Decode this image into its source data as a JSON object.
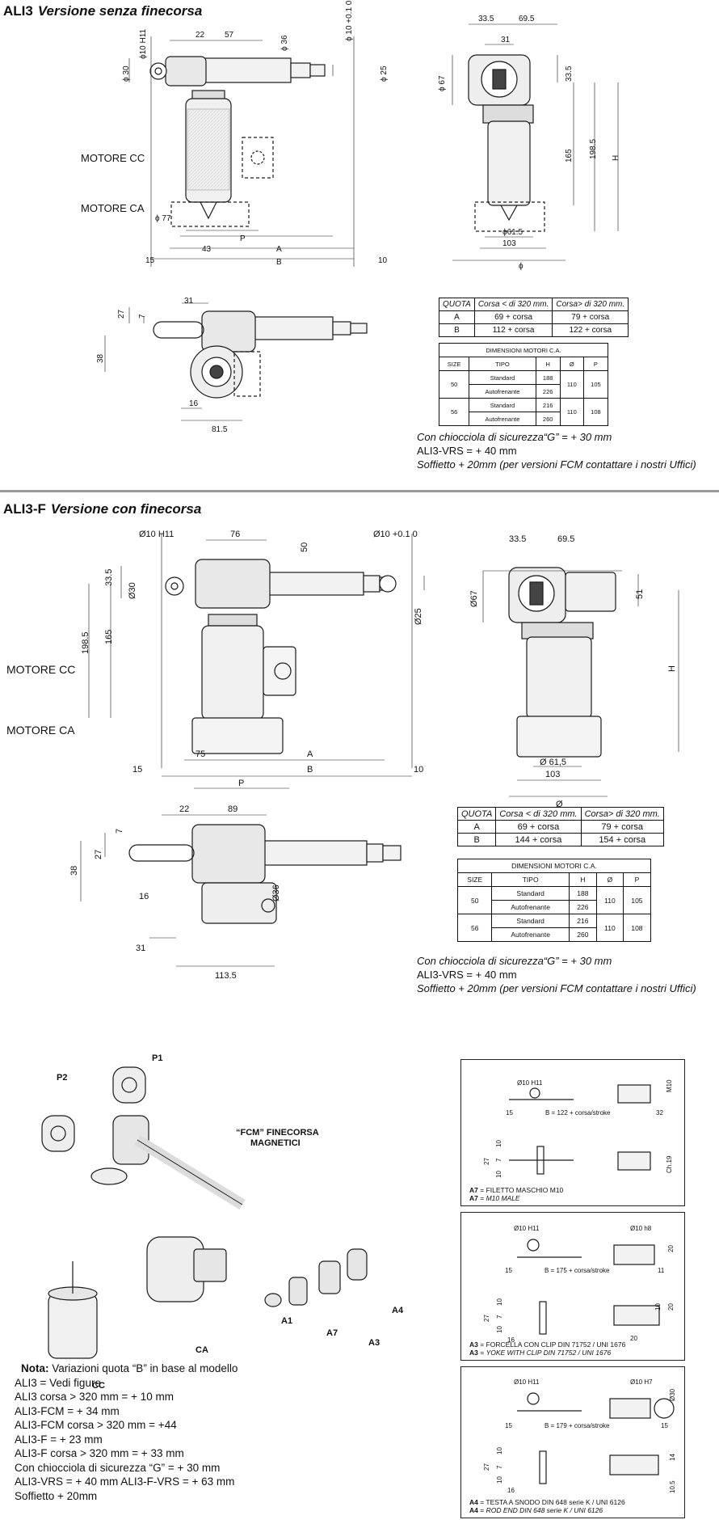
{
  "section1": {
    "code": "ALI3",
    "title": "Versione  senza finecorsa",
    "labels": {
      "motore_cc": "MOTORE CC",
      "motore_ca": "MOTORE CA"
    },
    "dims": {
      "d10h11": "ϕ10 H11",
      "d22": "22",
      "d57": "57",
      "d36": "ϕ 36",
      "d10p": "ϕ 10 +0.1 0",
      "d30": "ϕ 30",
      "d25": "ϕ 25",
      "d77": "ϕ 77",
      "p": "P",
      "a": "A",
      "b": "B",
      "d43": "43",
      "d15": "15",
      "d10": "10",
      "s335": "33.5",
      "s695": "69.5",
      "s31": "31",
      "s67": "ϕ 67",
      "s335v": "33.5",
      "s165": "165",
      "s1985": "198.5",
      "h": "H",
      "s615": "ϕ61.5",
      "s103": "103",
      "sphi": "ϕ",
      "t27": "27",
      "t7": "7",
      "t31": "31",
      "t38": "38",
      "t16": "16",
      "t815": "81.5"
    },
    "quota_table": {
      "headers": [
        "QUOTA",
        "Corsa < di 320 mm.",
        "Corsa> di 320 mm."
      ],
      "rows": [
        [
          "A",
          "69 + corsa",
          "79 + corsa"
        ],
        [
          "B",
          "112 + corsa",
          "122 + corsa"
        ]
      ]
    },
    "motor_table": {
      "title": "DIMENSIONI MOTORI C.A.",
      "headers": [
        "SIZE",
        "TIPO",
        "H",
        "Ø",
        "P"
      ],
      "rows": [
        {
          "size": "50",
          "types": [
            "Standard",
            "Autofrenante"
          ],
          "h": [
            "188",
            "226"
          ],
          "d": "110",
          "p": "105"
        },
        {
          "size": "56",
          "types": [
            "Standard",
            "Autofrenante"
          ],
          "h": [
            "216",
            "260"
          ],
          "d": "110",
          "p": "108"
        }
      ]
    },
    "notes": [
      "Con chiocciola di sicurezza“G”  = + 30 mm",
      "ALI3-VRS = + 40 mm",
      "Soffietto + 20mm (per versioni FCM contattare  i nostri Uffici)"
    ]
  },
  "section2": {
    "code": "ALI3-F",
    "title": "Versione con finecorsa",
    "labels": {
      "motore_cc": "MOTORE CC",
      "motore_ca": "MOTORE CA"
    },
    "dims": {
      "d10h11": "Ø10 H11",
      "d76": "76",
      "d50": "50",
      "d10p": "Ø10 +0.1 0",
      "d335": "33.5",
      "d30": "Ø30",
      "d1985": "198.5",
      "d165": "165",
      "d25": "Ø25",
      "d75": "75",
      "a": "A",
      "d15": "15",
      "b": "B",
      "d10": "10",
      "p": "P",
      "s335": "33.5",
      "s695": "69.5",
      "s67": "Ø67",
      "s51": "51",
      "h": "H",
      "s615": "Ø 61,5",
      "s103": "103",
      "sphi": "Ø",
      "t22": "22",
      "t89": "89",
      "t7": "7",
      "t27": "27",
      "t38": "38",
      "t16": "16",
      "t36": "Ø36",
      "t31": "31",
      "t1135": "113.5"
    },
    "quota_table": {
      "headers": [
        "QUOTA",
        "Corsa < di 320 mm.",
        "Corsa> di 320 mm."
      ],
      "rows": [
        [
          "A",
          "69 + corsa",
          "79 + corsa"
        ],
        [
          "B",
          "144 + corsa",
          "154 + corsa"
        ]
      ]
    },
    "motor_table": {
      "title": "DIMENSIONI MOTORI C.A.",
      "headers": [
        "SIZE",
        "TIPO",
        "H",
        "Ø",
        "P"
      ],
      "rows": [
        {
          "size": "50",
          "types": [
            "Standard",
            "Autofrenante"
          ],
          "h": [
            "188",
            "226"
          ],
          "d": "110",
          "p": "105"
        },
        {
          "size": "56",
          "types": [
            "Standard",
            "Autofrenante"
          ],
          "h": [
            "216",
            "260"
          ],
          "d": "110",
          "p": "108"
        }
      ]
    },
    "notes": [
      "Con chiocciola di sicurezza“G”  = + 30 mm",
      "ALI3-VRS = + 40 mm",
      "Soffietto + 20mm (per versioni FCM contattare  i nostri Uffici)"
    ]
  },
  "exploded": {
    "p1": "P1",
    "p2": "P2",
    "fcm1": "“FCM” FINECORSA",
    "fcm2": "MAGNETICI",
    "a1": "A1",
    "a7": "A7",
    "a3": "A3",
    "a4": "A4",
    "cc": "CC",
    "ca": "CA"
  },
  "bottom_notes": {
    "title": "Nota:",
    "intro": " Variazioni quota “B” in base al modello",
    "lines": [
      "ALI3 = Vedi figure",
      "ALI3 corsa > 320 mm = + 10 mm",
      "ALI3-FCM = + 34 mm",
      "ALI3-FCM corsa > 320 mm = +44",
      "ALI3-F = + 23 mm",
      "ALI3-F corsa > 320 mm = + 33 mm",
      "Con chiocciola di sicurezza “G”  = + 30 mm",
      "ALI3-VRS = + 40 mm  ALI3-F-VRS = + 63 mm",
      "Soffietto + 20mm"
    ]
  },
  "accessories": [
    {
      "dims": {
        "d": "Ø10 H11",
        "m": "M10",
        "l15": "15",
        "b": "B = 122 + corsa/stroke",
        "l32": "32",
        "v10": "10",
        "v7": "7",
        "v27": "27",
        "v10b": "10",
        "ch": "Ch.19"
      },
      "code": "A7",
      "desc_it": "FILETTO MASCHIO M10",
      "desc_en": "M10 MALE"
    },
    {
      "dims": {
        "d": "Ø10 H11",
        "d2": "Ø10 h8",
        "l15": "15",
        "b": "B = 175 + corsa/stroke",
        "l11": "11",
        "v20": "20",
        "v10": "10",
        "v7": "7",
        "v27": "27",
        "v10b": "10",
        "v16": "16",
        "v20b": "20",
        "v10c": "10",
        "v20c": "20"
      },
      "code": "A3",
      "desc_it": "FORCELLA CON CLIP DIN 71752 / UNI 1676",
      "desc_en": "YOKE WITH CLIP DIN 71752 / UNI 1676"
    },
    {
      "dims": {
        "d": "Ø10 H11",
        "d2": "Ø10 H7",
        "d30": "Ø30",
        "l15": "15",
        "b": "B = 179 + corsa/stroke",
        "l15b": "15",
        "v10": "10",
        "v7": "7",
        "v27": "27",
        "v10b": "10",
        "v16": "16",
        "v14": "14",
        "v105": "10.5"
      },
      "code": "A4",
      "desc_it": "TESTA A SNODO DIN 648 serie K / UNI 6126",
      "desc_en": "ROD END DIN 648 serie K / UNI 6126"
    }
  ],
  "colors": {
    "line": "#1a1a1a",
    "rule": "#9a9a9a",
    "fill": "#f2f2f2"
  }
}
